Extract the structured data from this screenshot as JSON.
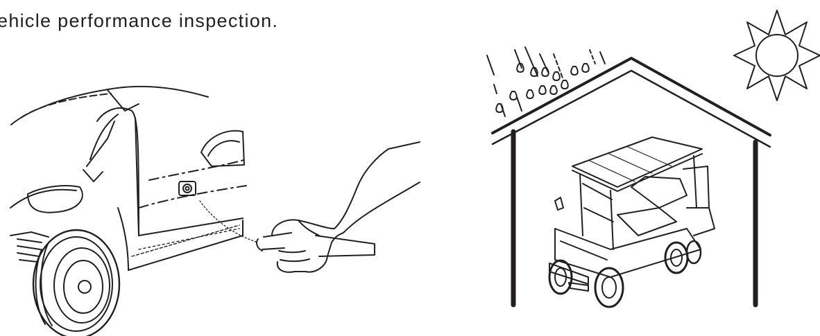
{
  "document": {
    "caption": "ehicle performance inspection."
  },
  "figures": [
    {
      "name": "washing-cart-illustration",
      "description_icon": "hand-spraying-hose-icon"
    },
    {
      "name": "cart-under-shelter-illustration",
      "description_icon": "house-shelter-icon"
    }
  ],
  "colors": {
    "ink": "#231f20",
    "background": "#ffffff"
  }
}
